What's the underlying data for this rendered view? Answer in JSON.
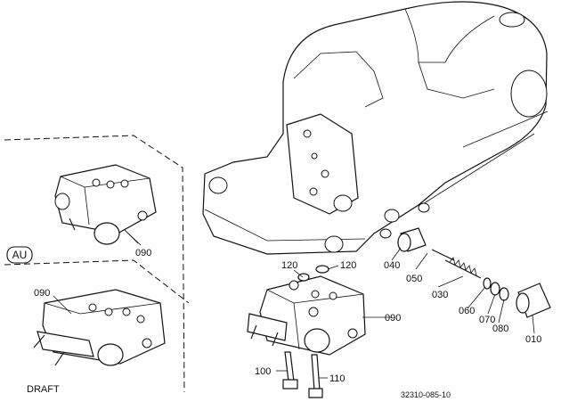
{
  "labels": {
    "p090_top": "090",
    "p090_left": "090",
    "p090_main": "090",
    "p120_a": "120",
    "p120_b": "120",
    "p040": "040",
    "p050": "050",
    "p030": "030",
    "p060": "060",
    "p070": "070",
    "p080": "080",
    "p010": "010",
    "p100": "100",
    "p110": "110",
    "au": "AU",
    "draft": "DRAFT",
    "figure_code": "32310-085-10"
  }
}
